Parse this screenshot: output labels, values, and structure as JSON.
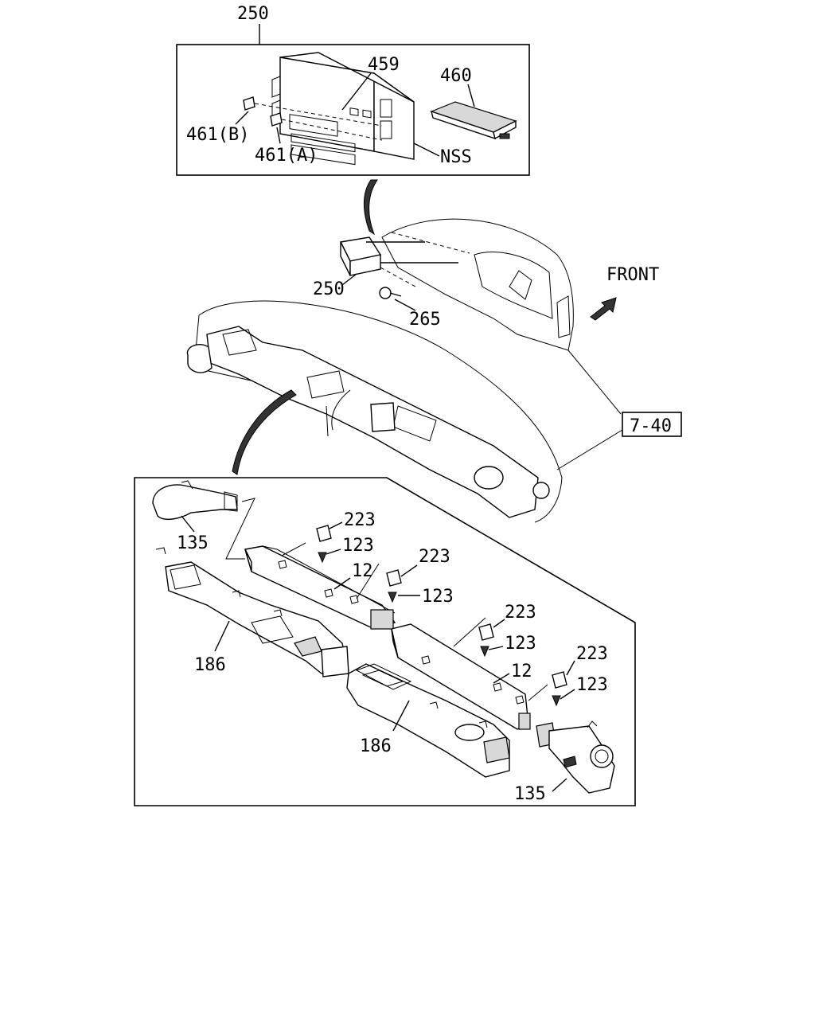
{
  "callouts": {
    "assembly_250_top": "250",
    "control_unit_459": "459",
    "control_panel_460": "460",
    "knob_461b": "461(B)",
    "knob_461a": "461(A)",
    "nss": "NSS",
    "assembly_250_install": "250",
    "screw_265": "265",
    "front_label": "FRONT",
    "ref_7_40": "7-40",
    "duct_135_left": "135",
    "clip_223_a": "223",
    "screw_123_a": "123",
    "duct_12_a": "12",
    "clip_223_b": "223",
    "screw_123_b": "123",
    "clip_223_c": "223",
    "screw_123_c": "123",
    "duct_12_b": "12",
    "clip_223_d": "223",
    "screw_123_d": "123",
    "duct_186_left": "186",
    "duct_186_right": "186",
    "duct_135_right": "135"
  }
}
